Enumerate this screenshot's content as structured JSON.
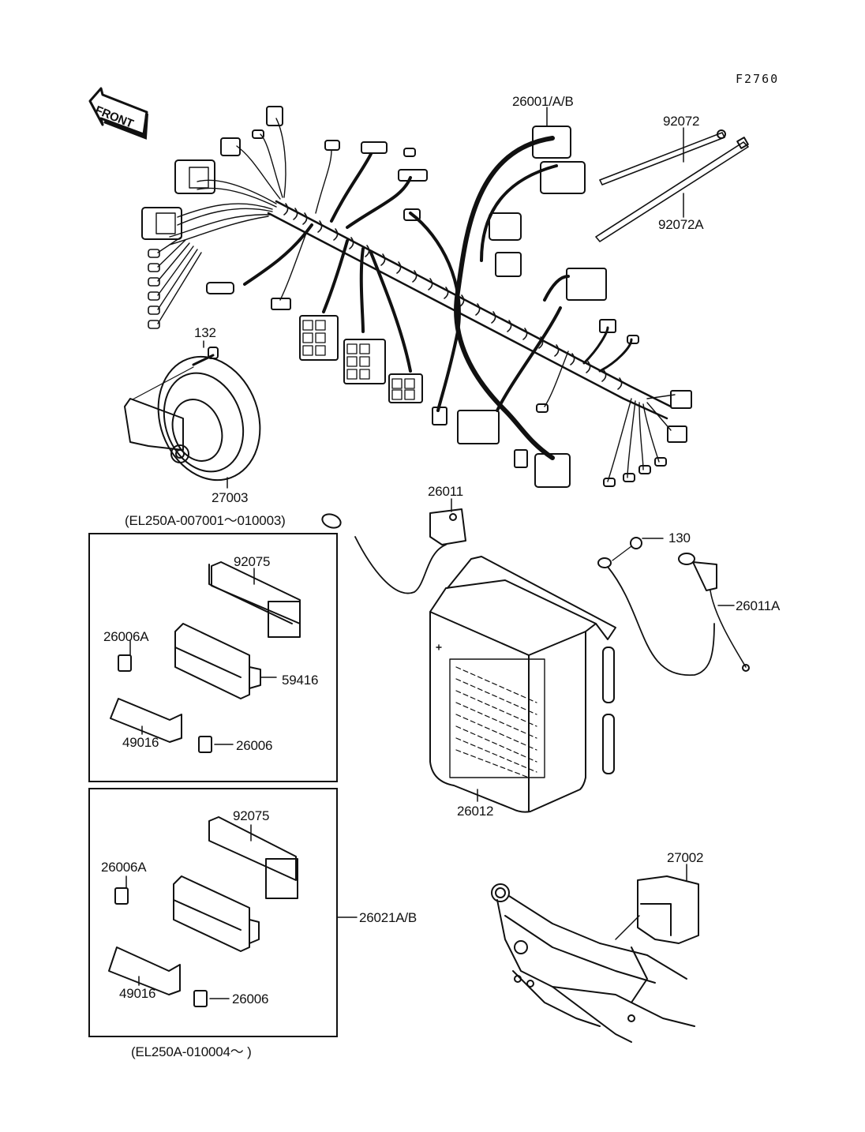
{
  "figure_code": "F2760",
  "front_indicator": "FRONT",
  "ink_color": "#111111",
  "background_color": "#ffffff",
  "sections": {
    "harness": {
      "labels": {
        "harness": "26001/A/B",
        "clamp": "92072",
        "clamp_long": "92072A"
      }
    },
    "horn": {
      "labels": {
        "bolt": "132",
        "horn": "27003"
      }
    },
    "early_models": {
      "serial_range": "(EL250A-007001〜010003)",
      "labels": {
        "cover": "92075",
        "connector_a": "26006A",
        "relay_box": "59416",
        "bracket": "49016",
        "connector": "26006"
      }
    },
    "late_models": {
      "serial_range": "(EL250A-010004〜            )",
      "labels": {
        "cover": "92075",
        "connector_a": "26006A",
        "bracket": "49016",
        "connector": "26006",
        "assembly": "26021A/B"
      }
    },
    "battery": {
      "labels": {
        "lead_positive": "26011",
        "bolt": "130",
        "lead_negative": "26011A",
        "battery": "26012"
      }
    },
    "frame": {
      "labels": {
        "turn_signal_relay": "27002"
      }
    }
  }
}
